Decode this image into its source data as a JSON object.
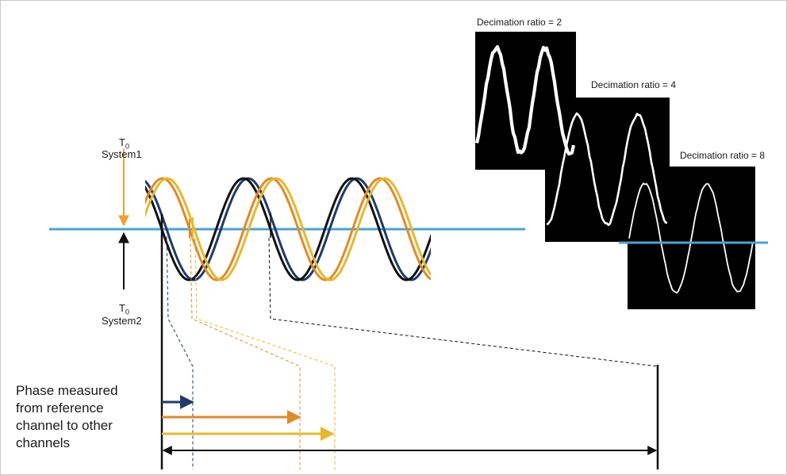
{
  "system1": {
    "t_label": "T",
    "t_sub": "0",
    "name": "System1"
  },
  "system2": {
    "t_label": "T",
    "t_sub": "0",
    "name": "System2"
  },
  "phase_caption": [
    "Phase measured",
    "from reference",
    "channel to other",
    "channels"
  ],
  "decimation_panels": [
    {
      "title": "Decimation ratio = 2",
      "ratio": 2
    },
    {
      "title": "Decimation ratio = 4",
      "ratio": 4
    },
    {
      "title": "Decimation ratio = 8",
      "ratio": 8
    }
  ],
  "colors": {
    "baseline": "#4aa3d3",
    "channel_navy": "#1f3a6b",
    "channel_black": "#111111",
    "channel_orange": "#e08a2a",
    "channel_gold": "#e9b72a",
    "system1_arrow": "#f0a030",
    "system2_arrow": "#111111",
    "frame": "#c9c9c9"
  }
}
